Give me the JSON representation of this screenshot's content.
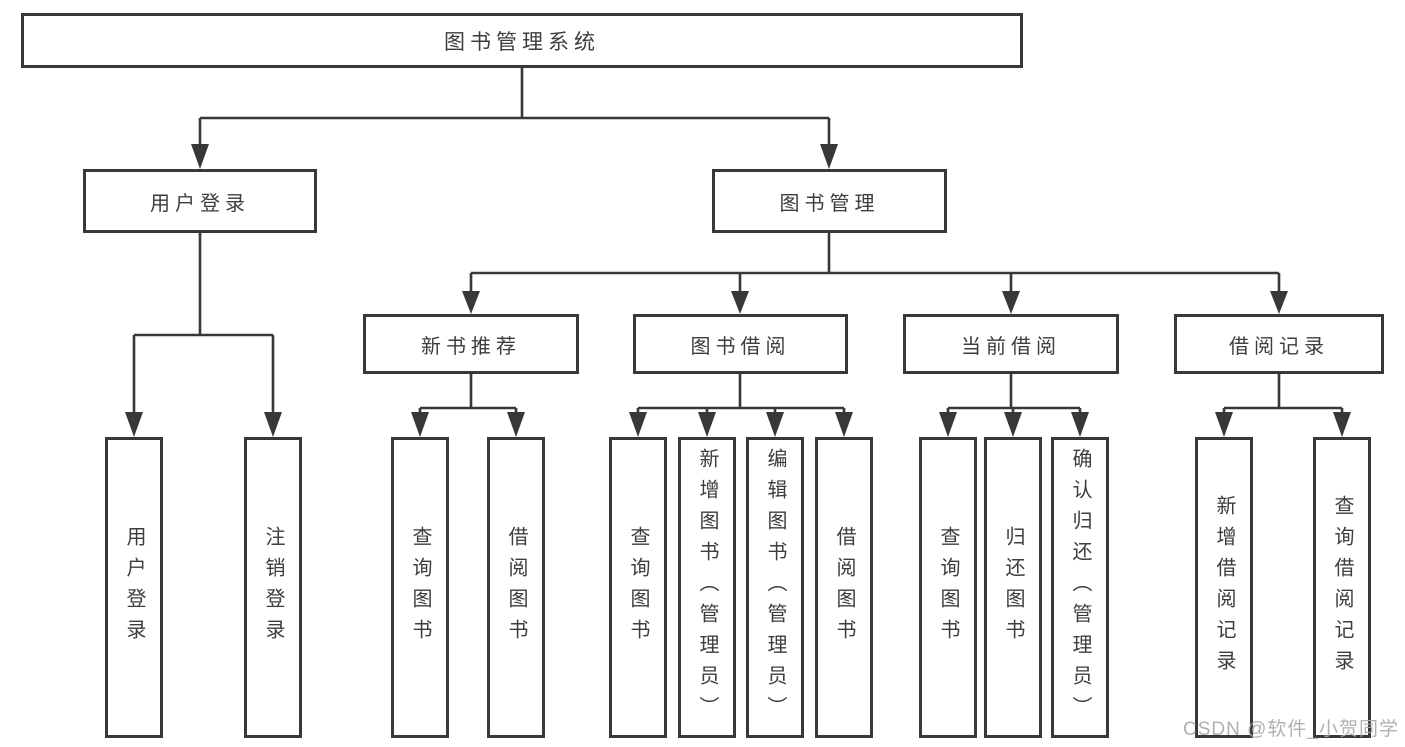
{
  "diagram": {
    "root": {
      "label": "图书管理系统"
    },
    "branches": {
      "user_login": {
        "label": "用户登录",
        "children": [
          {
            "label": "用户登录"
          },
          {
            "label": "注销登录"
          }
        ]
      },
      "book_management": {
        "label": "图书管理",
        "children": [
          {
            "label": "新书推荐",
            "children": [
              {
                "label": "查询图书"
              },
              {
                "label": "借阅图书"
              }
            ]
          },
          {
            "label": "图书借阅",
            "children": [
              {
                "label": "查询图书"
              },
              {
                "label": "新增图书（管理员）"
              },
              {
                "label": "编辑图书（管理员）"
              },
              {
                "label": "借阅图书"
              }
            ]
          },
          {
            "label": "当前借阅",
            "children": [
              {
                "label": "查询图书"
              },
              {
                "label": "归还图书"
              },
              {
                "label": "确认归还（管理员）"
              }
            ]
          },
          {
            "label": "借阅记录",
            "children": [
              {
                "label": "新增借阅记录"
              },
              {
                "label": "查询借阅记录"
              }
            ]
          }
        ]
      }
    },
    "watermark": "CSDN @软件_小贺同学",
    "colors": {
      "line": "#383838",
      "text": "#3d3d3d",
      "box_background": "#ffffff",
      "watermark": "#a9a9a9",
      "background": "#ffffff"
    }
  }
}
